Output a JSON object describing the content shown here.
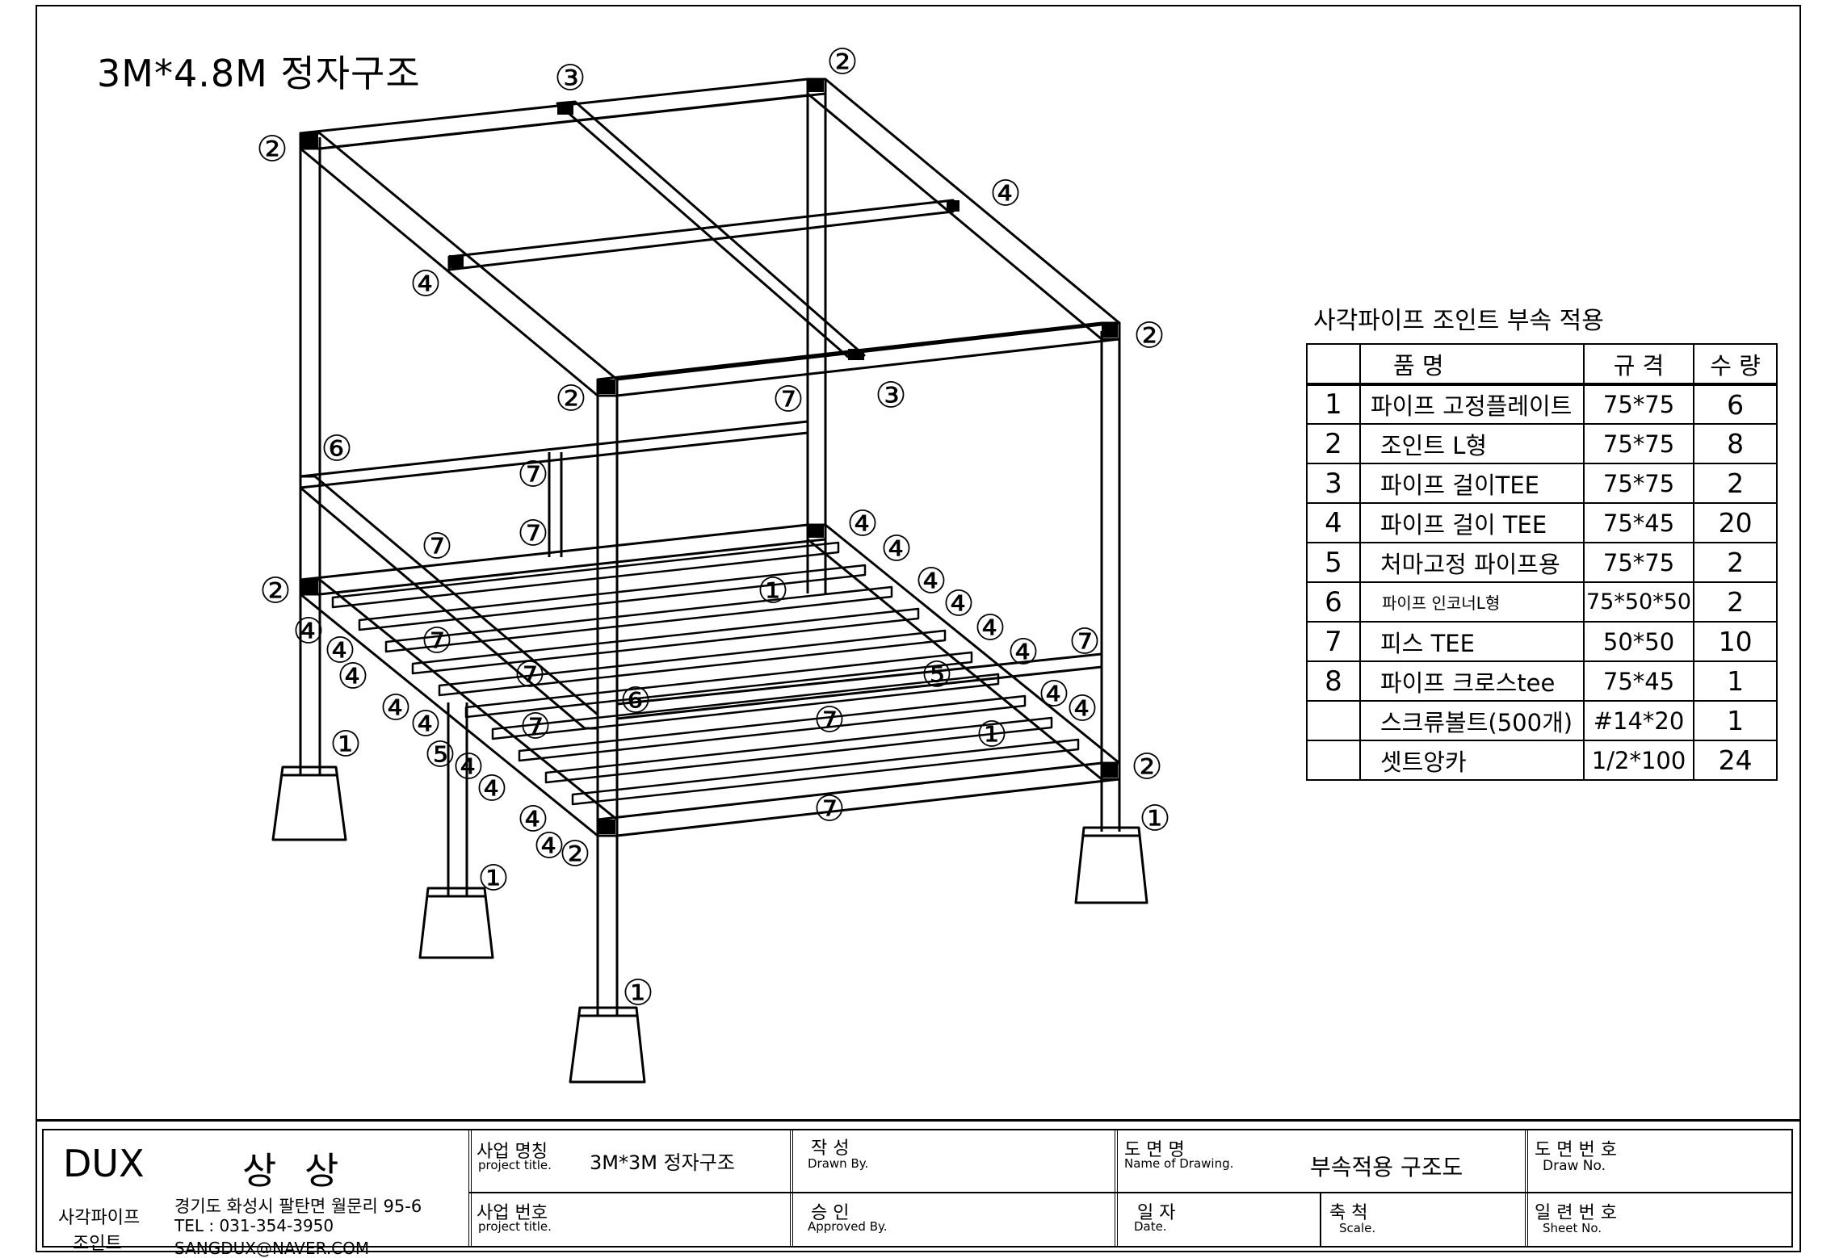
{
  "drawing_title": "3M*4.8M 정자구조",
  "callouts": {
    "c1": "①",
    "c2": "②",
    "c3": "③",
    "c4": "④",
    "c5": "⑤",
    "c6": "⑥",
    "c7": "⑦"
  },
  "parts_table": {
    "title": "사각파이프 조인트 부속 적용",
    "headers": [
      "",
      "품          명",
      "규    격",
      "수    량"
    ],
    "rows": [
      {
        "no": "1",
        "name": "파이프 고정플레이트",
        "spec": "75*75",
        "qty": "6"
      },
      {
        "no": "2",
        "name": "조인트  L형",
        "spec": "75*75",
        "qty": "8"
      },
      {
        "no": "3",
        "name": "파이프 걸이TEE",
        "spec": "75*75",
        "qty": "2"
      },
      {
        "no": "4",
        "name": "파이프 걸이 TEE",
        "spec": "75*45",
        "qty": "20"
      },
      {
        "no": "5",
        "name": "처마고정 파이프용",
        "spec": "75*75",
        "qty": "2"
      },
      {
        "no": "6",
        "name": "파이프 인코너L형",
        "spec": "75*50*50",
        "qty": "2"
      },
      {
        "no": "7",
        "name": "피스  TEE",
        "spec": "50*50",
        "qty": "10"
      },
      {
        "no": "8",
        "name": "파이프 크로스tee",
        "spec": "75*45",
        "qty": "1"
      },
      {
        "no": "",
        "name": "스크류볼트(500개)",
        "spec": "#14*20",
        "qty": "1"
      },
      {
        "no": "",
        "name": "셋트앙카",
        "spec": "1/2*100",
        "qty": "24"
      }
    ]
  },
  "title_block": {
    "company": "DUX",
    "brand": "상 상",
    "product_line1": "사각파이프",
    "product_line2": "조인트",
    "address": "경기도 화성시 팔탄면 월문리 95-6",
    "tel": "TEL : 031-354-3950",
    "email": "SANGDUX@NAVER.COM",
    "project_name_label": "사업 명칭",
    "project_name_sub": "project title.",
    "project_name_value": "3M*3M 정자구조",
    "project_no_label": "사업 번호",
    "project_no_sub": "project title.",
    "drawn_label": "작    성",
    "drawn_sub": "Drawn By.",
    "approved_label": "승    인",
    "approved_sub": "Approved By.",
    "drawing_name_label": "도  면  명",
    "drawing_name_sub": "Name of Drawing.",
    "drawing_name_value": "부속적용 구조도",
    "date_label": "일  자",
    "date_sub": "Date.",
    "scale_label": "축  척",
    "scale_sub": "Scale.",
    "draw_no_label": "도 면 번 호",
    "draw_no_sub": "Draw No.",
    "sheet_no_label": "일 련 번 호",
    "sheet_no_sub": "Sheet No."
  }
}
